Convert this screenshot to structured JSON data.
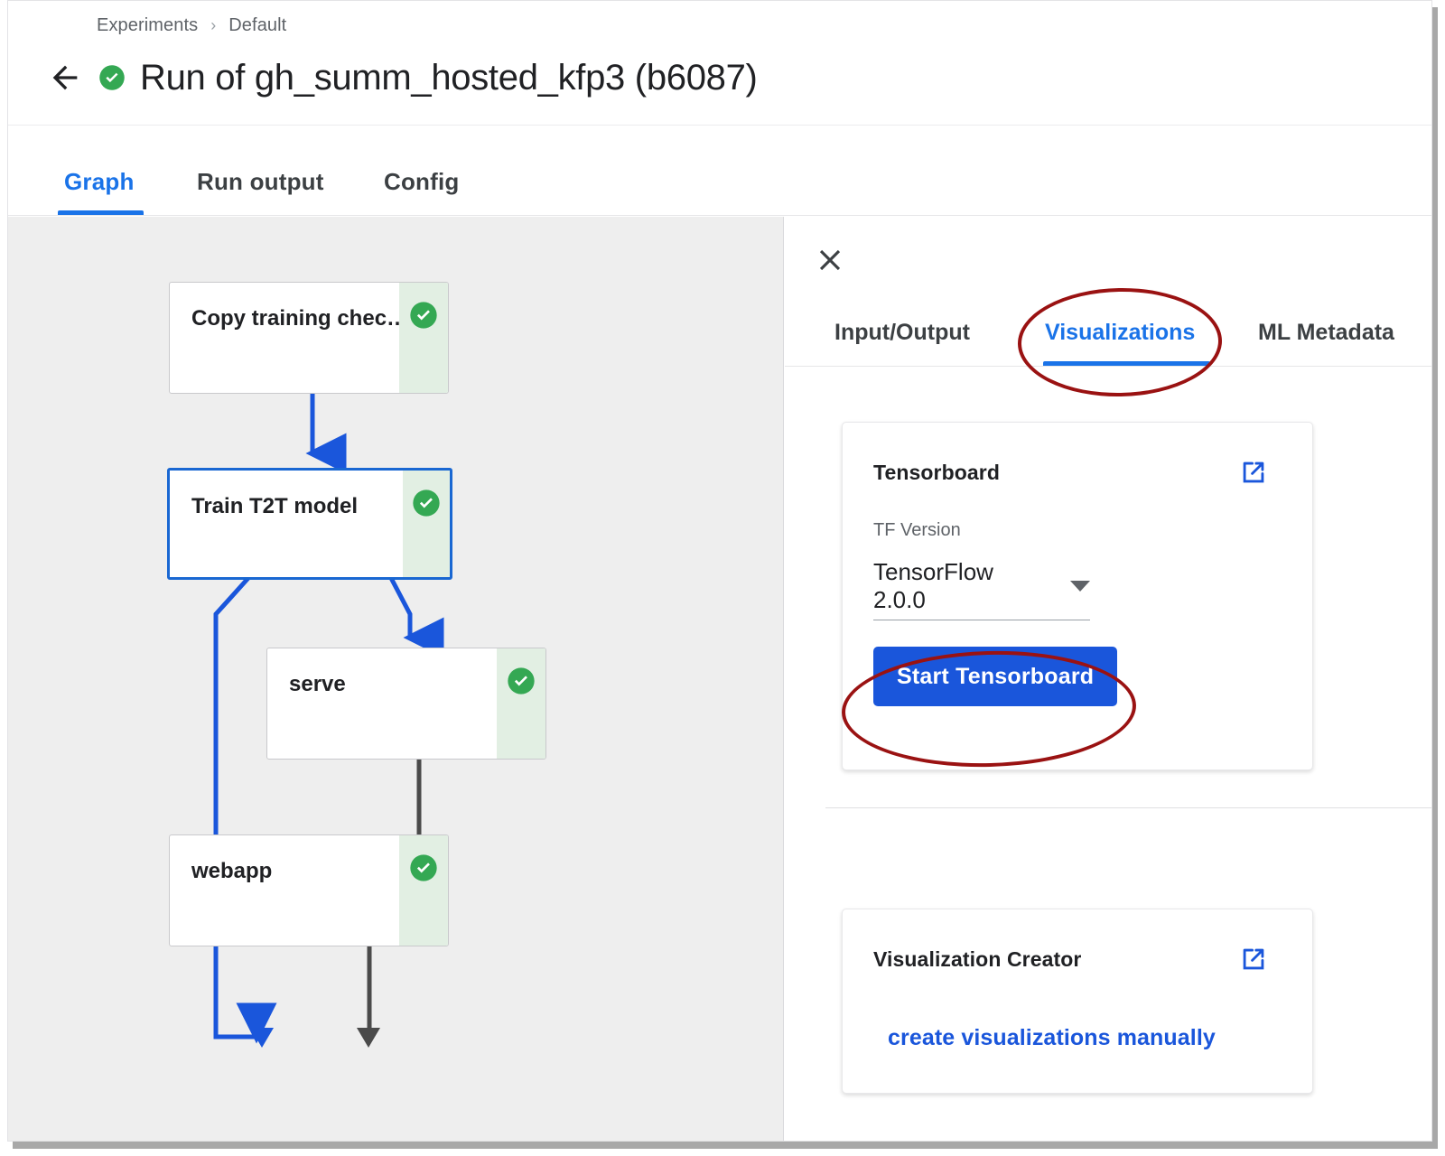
{
  "header": {
    "breadcrumb": {
      "items": [
        "Experiments",
        "Default"
      ],
      "separator": "›"
    },
    "back_icon": "back-arrow-icon",
    "status_icon": "success-check-icon",
    "title": "Run of gh_summ_hosted_kfp3 (b6087)"
  },
  "main_tabs": [
    {
      "label": "Graph",
      "active": true
    },
    {
      "label": "Run output",
      "active": false
    },
    {
      "label": "Config",
      "active": false
    }
  ],
  "graph": {
    "background": "#eeeeee",
    "selected_border_color": "#1967d2",
    "status_band_color": "#e2efe3",
    "check_color": "#34a853",
    "nodes": [
      {
        "id": "copy",
        "label": "Copy training chec…",
        "status": "succeeded",
        "selected": false
      },
      {
        "id": "train",
        "label": "Train T2T model",
        "status": "succeeded",
        "selected": true
      },
      {
        "id": "serve",
        "label": "serve",
        "status": "succeeded",
        "selected": false
      },
      {
        "id": "webapp",
        "label": "webapp",
        "status": "succeeded",
        "selected": false
      }
    ],
    "edges": [
      {
        "from": "copy",
        "to": "train",
        "color": "#1a56db"
      },
      {
        "from": "train",
        "to": "serve",
        "color": "#1a56db"
      },
      {
        "from": "train",
        "to": "webapp",
        "color": "#1a56db"
      },
      {
        "from": "serve",
        "to": "webapp",
        "color": "#4a4a4a"
      }
    ]
  },
  "side_panel": {
    "close_icon": "close-icon",
    "tabs": [
      {
        "label": "Input/Output",
        "active": false
      },
      {
        "label": "Visualizations",
        "active": true
      },
      {
        "label": "ML Metadata",
        "active": false
      }
    ],
    "tensorboard_card": {
      "title": "Tensorboard",
      "external_icon": "open-in-new-icon",
      "tf_version_label": "TF Version",
      "tf_version_value": "TensorFlow 2.0.0",
      "dropdown_icon": "chevron-down-icon",
      "start_button": "Start Tensorboard",
      "button_color": "#1a56db"
    },
    "visualization_creator_card": {
      "title": "Visualization Creator",
      "external_icon": "open-in-new-icon",
      "link": "create visualizations manually",
      "link_color": "#1a56db"
    }
  },
  "annotations": {
    "color": "#9a1212",
    "shapes": [
      {
        "target": "Visualizations"
      },
      {
        "target": "Start Tensorboard"
      }
    ]
  }
}
